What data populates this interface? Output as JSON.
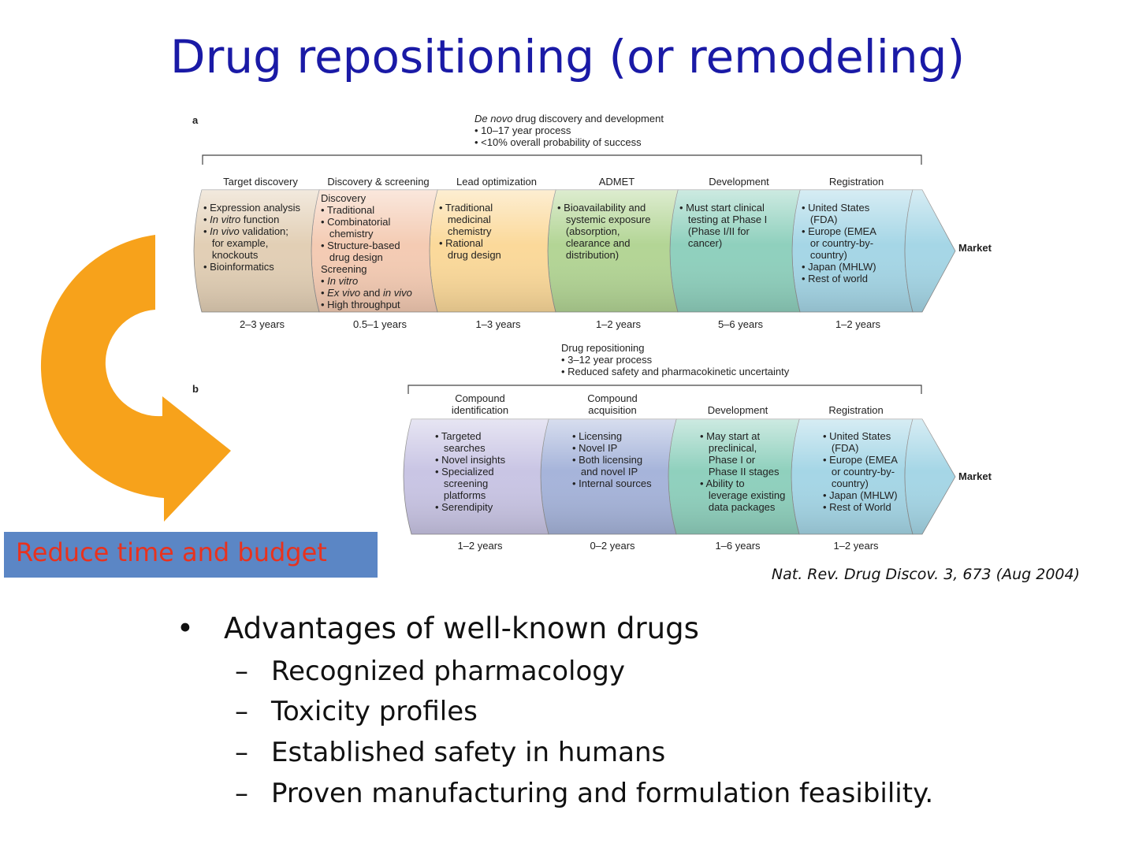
{
  "title": "Drug repositioning (or remodeling)",
  "panel_a": {
    "letter": "a",
    "header": {
      "title_italic": "De novo",
      "title_rest": " drug discovery and development",
      "bullets": [
        "• 10–17 year process",
        "• <10% overall probability of success"
      ]
    },
    "stages": [
      {
        "name": "Target discovery",
        "years": "2–3 years",
        "color": "#e2cfb5",
        "lines": [
          [
            {
              "t": "• Expression analysis"
            }
          ],
          [
            {
              "t": "• "
            },
            {
              "t": "In vitro",
              "i": true
            },
            {
              "t": " function"
            }
          ],
          [
            {
              "t": "• "
            },
            {
              "t": "In vivo",
              "i": true
            },
            {
              "t": " validation;"
            }
          ],
          [
            {
              "t": "  for example,"
            }
          ],
          [
            {
              "t": "  knockouts"
            }
          ],
          [
            {
              "t": "• Bioinformatics"
            }
          ]
        ]
      },
      {
        "name": "Discovery & screening",
        "years": "0.5–1 years",
        "color": "#f4cbb3",
        "lines": [
          [
            {
              "t": "Discovery"
            }
          ],
          [
            {
              "t": "• Traditional"
            }
          ],
          [
            {
              "t": "• Combinatorial"
            }
          ],
          [
            {
              "t": "  chemistry"
            }
          ],
          [
            {
              "t": "• Structure-based"
            }
          ],
          [
            {
              "t": "  drug design"
            }
          ],
          [
            {
              "t": "Screening"
            }
          ],
          [
            {
              "t": "• "
            },
            {
              "t": "In vitro",
              "i": true
            }
          ],
          [
            {
              "t": "• "
            },
            {
              "t": "Ex vivo",
              "i": true
            },
            {
              "t": " and "
            },
            {
              "t": "in vivo",
              "i": true
            }
          ],
          [
            {
              "t": "• High throughput"
            }
          ]
        ]
      },
      {
        "name": "Lead optimization",
        "years": "1–3 years",
        "color": "#fbd99a",
        "lines": [
          [
            {
              "t": "• Traditional"
            }
          ],
          [
            {
              "t": "  medicinal"
            }
          ],
          [
            {
              "t": "  chemistry"
            }
          ],
          [
            {
              "t": "• Rational"
            }
          ],
          [
            {
              "t": "  drug design"
            }
          ]
        ]
      },
      {
        "name": "ADMET",
        "years": "1–2 years",
        "color": "#b3d595",
        "lines": [
          [
            {
              "t": "• Bioavailability and"
            }
          ],
          [
            {
              "t": "  systemic exposure"
            }
          ],
          [
            {
              "t": "  (absorption,"
            }
          ],
          [
            {
              "t": "  clearance and"
            }
          ],
          [
            {
              "t": "  distribution)"
            }
          ]
        ]
      },
      {
        "name": "Development",
        "years": "5–6 years",
        "color": "#8fd0bd",
        "lines": [
          [
            {
              "t": "• Must start clinical"
            }
          ],
          [
            {
              "t": "  testing at Phase I"
            }
          ],
          [
            {
              "t": "  (Phase I/II for"
            }
          ],
          [
            {
              "t": "  cancer)"
            }
          ]
        ]
      },
      {
        "name": "Registration",
        "years": "1–2 years",
        "color": "#a5d6e6",
        "lines": [
          [
            {
              "t": "• United States"
            }
          ],
          [
            {
              "t": "  (FDA)"
            }
          ],
          [
            {
              "t": "• Europe (EMEA"
            }
          ],
          [
            {
              "t": "  or country-by-"
            }
          ],
          [
            {
              "t": "  country)"
            }
          ],
          [
            {
              "t": "• Japan (MHLW)"
            }
          ],
          [
            {
              "t": "• Rest of world"
            }
          ]
        ]
      }
    ],
    "market": "Market"
  },
  "panel_b": {
    "letter": "b",
    "header": {
      "title": "Drug repositioning",
      "bullets": [
        "• 3–12 year process",
        "• Reduced safety and pharmacokinetic uncertainty"
      ]
    },
    "stages": [
      {
        "name_lines": [
          "Compound",
          "identification"
        ],
        "years": "1–2 years",
        "color": "#c9c5e4",
        "lines": [
          [
            {
              "t": "• Targeted"
            }
          ],
          [
            {
              "t": "  searches"
            }
          ],
          [
            {
              "t": "• Novel insights"
            }
          ],
          [
            {
              "t": "• Specialized"
            }
          ],
          [
            {
              "t": "  screening"
            }
          ],
          [
            {
              "t": "  platforms"
            }
          ],
          [
            {
              "t": "• Serendipity"
            }
          ]
        ]
      },
      {
        "name_lines": [
          "Compound",
          "acquisition"
        ],
        "years": "0–2 years",
        "color": "#a6b4da",
        "lines": [
          [
            {
              "t": "• Licensing"
            }
          ],
          [
            {
              "t": "• Novel IP"
            }
          ],
          [
            {
              "t": "• Both licensing"
            }
          ],
          [
            {
              "t": "  and novel IP"
            }
          ],
          [
            {
              "t": "• Internal sources"
            }
          ]
        ]
      },
      {
        "name_lines": [
          "Development"
        ],
        "years": "1–6 years",
        "color": "#8fd0bd",
        "lines": [
          [
            {
              "t": "• May start at"
            }
          ],
          [
            {
              "t": "  preclinical,"
            }
          ],
          [
            {
              "t": "  Phase I or"
            }
          ],
          [
            {
              "t": "  Phase II stages"
            }
          ],
          [
            {
              "t": "• Ability to"
            }
          ],
          [
            {
              "t": "  leverage existing"
            }
          ],
          [
            {
              "t": "  data packages"
            }
          ]
        ]
      },
      {
        "name_lines": [
          "Registration"
        ],
        "years": "1–2 years",
        "color": "#a5d6e6",
        "lines": [
          [
            {
              "t": "• United States"
            }
          ],
          [
            {
              "t": "  (FDA)"
            }
          ],
          [
            {
              "t": "• Europe (EMEA"
            }
          ],
          [
            {
              "t": "  or country-by-"
            }
          ],
          [
            {
              "t": "  country)"
            }
          ],
          [
            {
              "t": "• Japan (MHLW)"
            }
          ],
          [
            {
              "t": "• Rest of World"
            }
          ]
        ]
      }
    ],
    "market": "Market"
  },
  "callout": {
    "text": "Reduce time and budget",
    "bg_color": "#5b86c5",
    "text_color": "#e8321e"
  },
  "arrow_color": "#f7a21b",
  "citation": "Nat. Rev. Drug Discov. 3, 673 (Aug 2004)",
  "bullets": {
    "main": "Advantages of well-known drugs",
    "main_marker": "•",
    "sub_marker": "–",
    "subs": [
      "Recognized pharmacology",
      "Toxicity profiles",
      "Established safety in humans",
      "Proven manufacturing and formulation feasibility."
    ]
  }
}
